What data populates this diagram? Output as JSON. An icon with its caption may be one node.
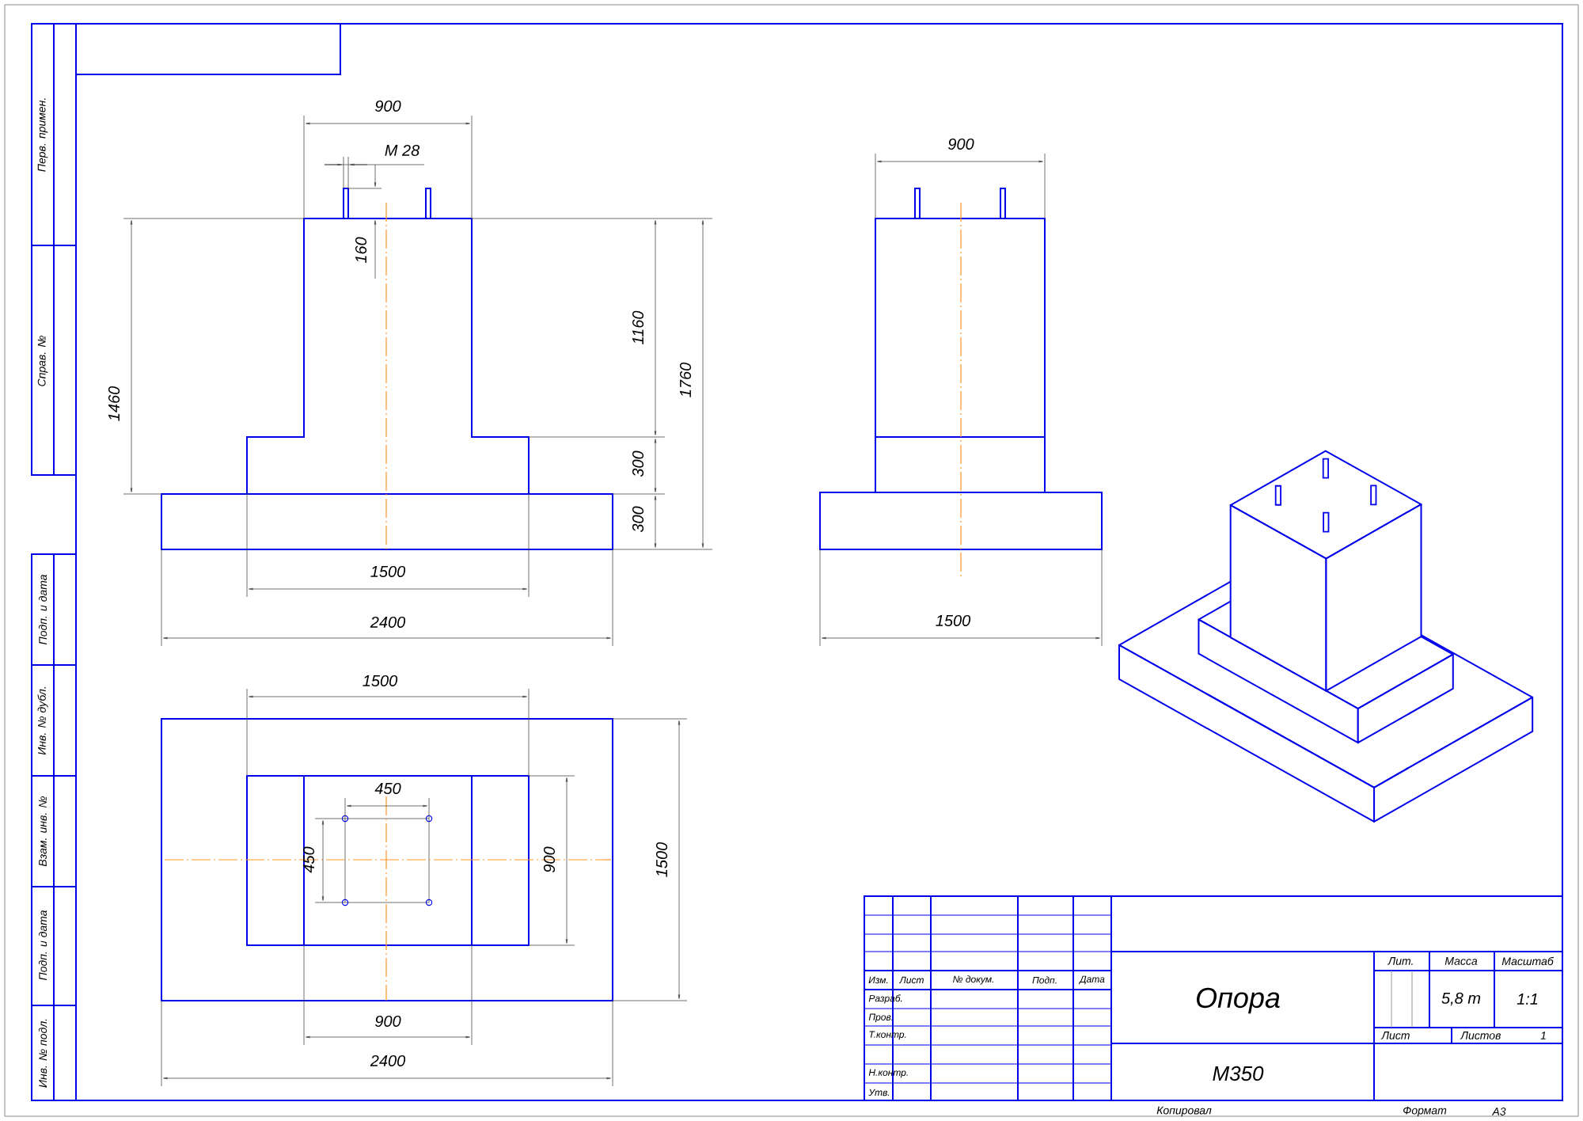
{
  "diagram": {
    "labels": [
      "Перв. примен.",
      "Справ. №",
      "Подп. и дата",
      "Инв. № дубл.",
      "Взам. инв. №",
      "Подп. и дата",
      "Инв. № подл.",
      "900",
      "M 28",
      "160",
      "1460",
      "1160",
      "1760",
      "300",
      "300",
      "1500",
      "2400",
      "900",
      "1500",
      "1500",
      "450",
      "450",
      "900",
      "1500",
      "900",
      "2400",
      "Изм.",
      "Лист",
      "№ докум.",
      "Подп.",
      "Дата",
      "Разраб.",
      "Пров.",
      "Т.контр.",
      "Н.контр.",
      "Утв.",
      "Опора",
      "Лит.",
      "Масса",
      "Масштаб",
      "5,8 т",
      "1:1",
      "Лист",
      "Листов",
      "1",
      "М350",
      "Копировал",
      "Формат",
      "А3"
    ]
  }
}
